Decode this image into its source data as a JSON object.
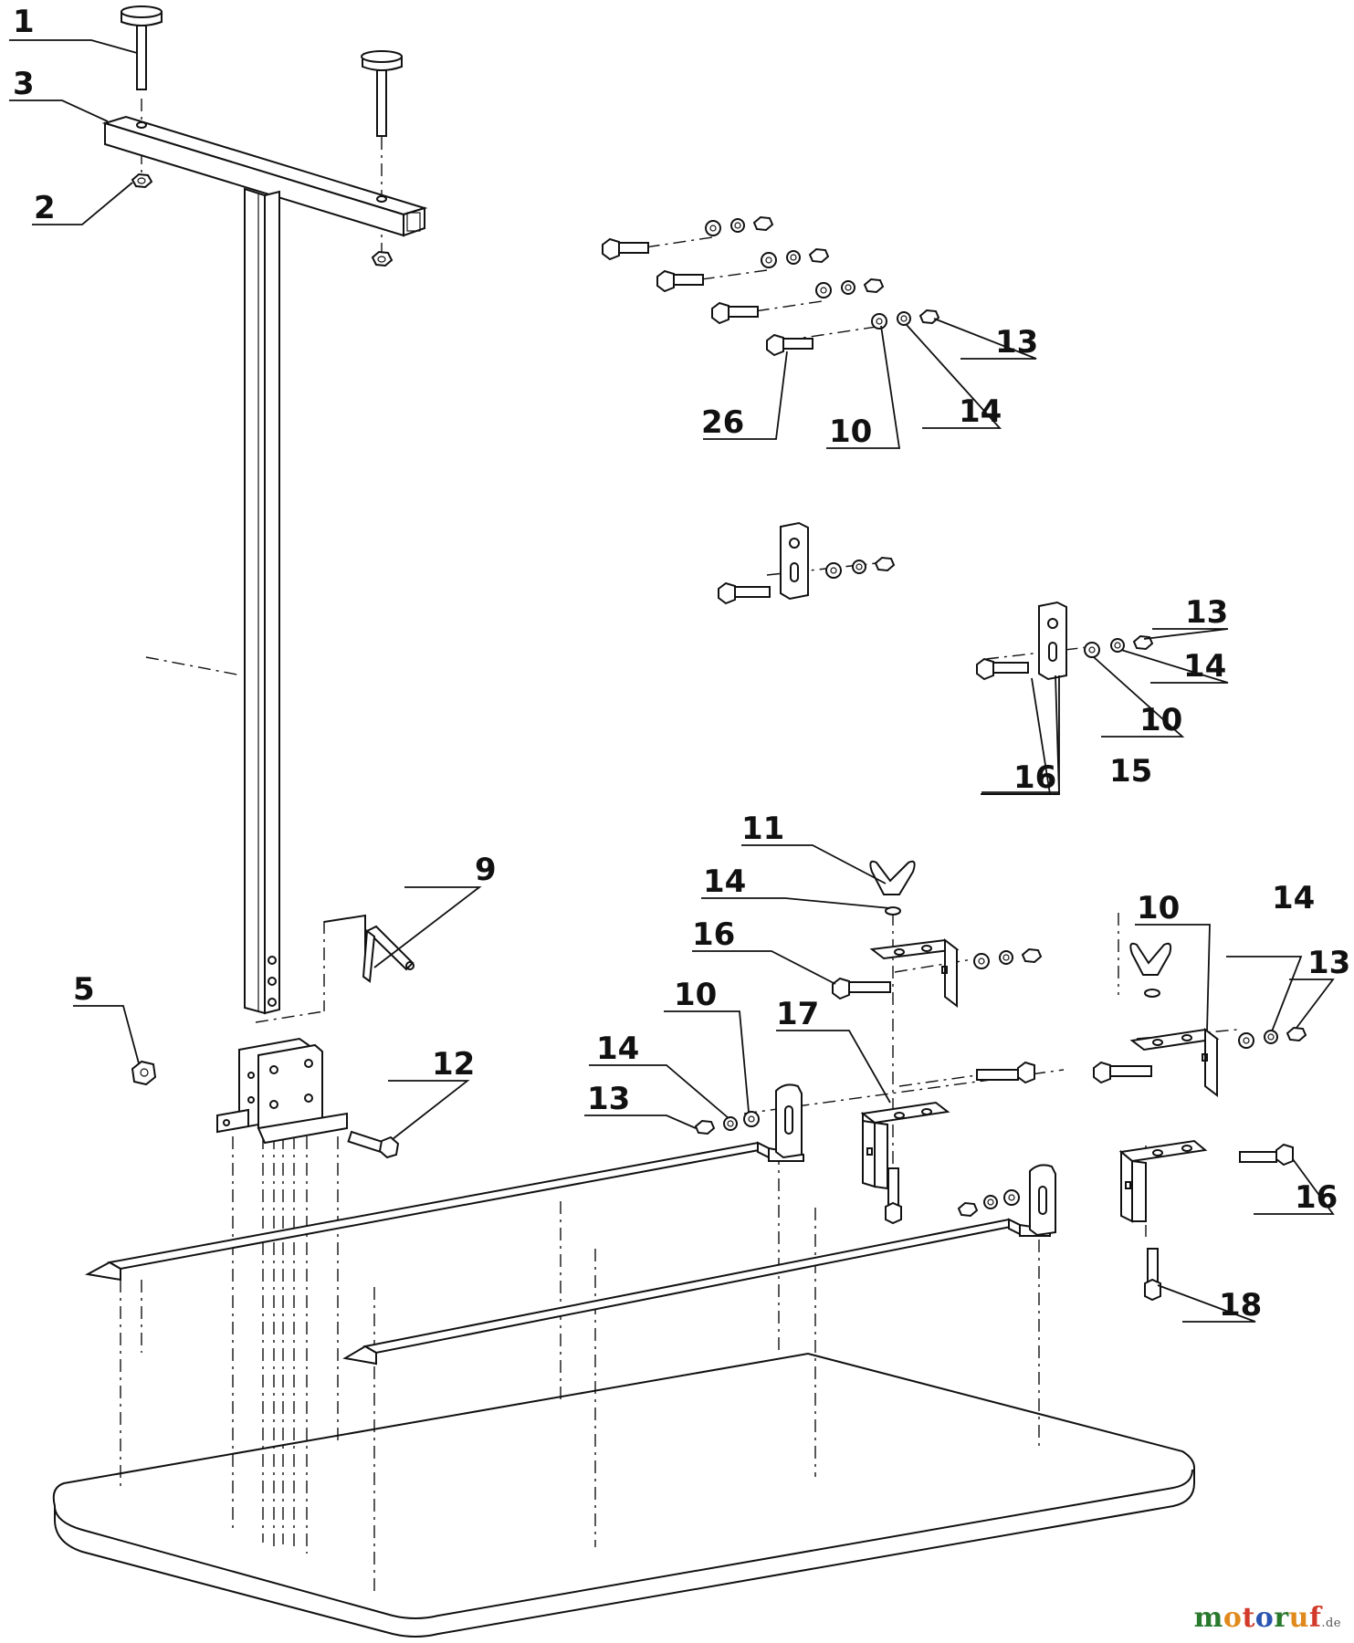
{
  "labels": {
    "l1": "1",
    "l2": "2",
    "l3": "3",
    "l5": "5",
    "l9": "9",
    "l10a": "10",
    "l10b": "10",
    "l10c": "10",
    "l10d": "10",
    "l11": "11",
    "l12": "12",
    "l13a": "13",
    "l13b": "13",
    "l13c": "13",
    "l13d": "13",
    "l14a": "14",
    "l14b": "14",
    "l14c": "14",
    "l14d": "14",
    "l14e": "14",
    "l15": "15",
    "l16a": "16",
    "l16b": "16",
    "l16c": "16",
    "l17": "17",
    "l18": "18",
    "l26": "26"
  },
  "watermark": {
    "letters": [
      "m",
      "o",
      "t",
      "o",
      "r",
      "u",
      "f"
    ],
    "colors": [
      "#2a7a2e",
      "#e08a1e",
      "#d23a2a",
      "#2a55b0",
      "#2a7a2e",
      "#e08a1e",
      "#d23a2a"
    ],
    "suffix": ".de"
  }
}
